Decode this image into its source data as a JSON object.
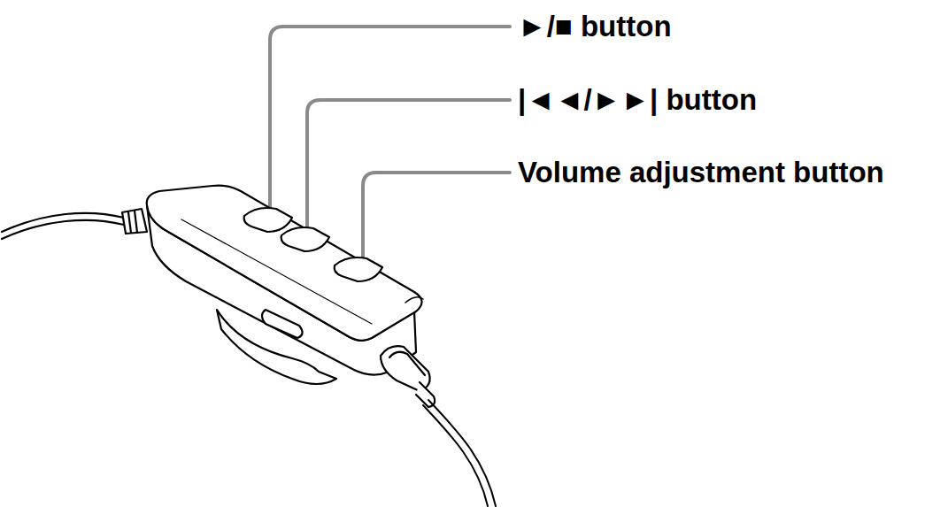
{
  "diagram": {
    "labels": [
      "►/■ button",
      "|◄◄/►►| button",
      "Volume adjustment button"
    ]
  }
}
